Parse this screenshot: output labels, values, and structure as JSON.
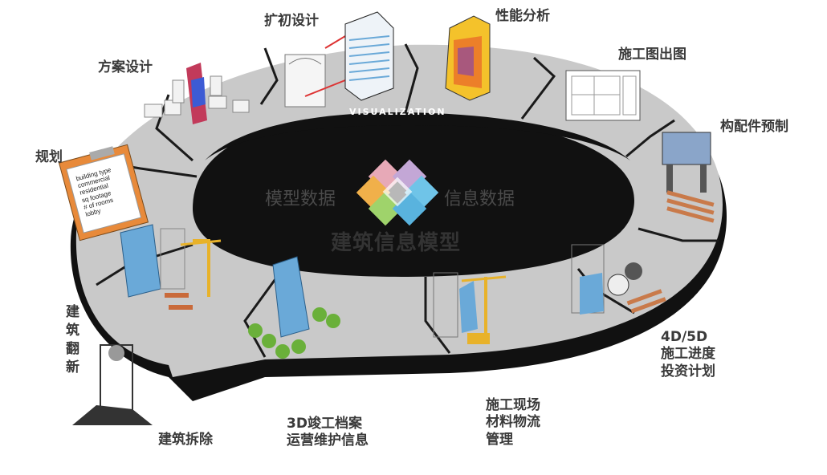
{
  "center": {
    "title": "建筑信息模型",
    "left_text": "模型数据",
    "right_text": "信息数据",
    "ring_caption": "VISUALIZATION"
  },
  "checklist": {
    "items": [
      "building type",
      "commercial",
      "residential",
      "sq footage",
      "# of rooms",
      "lobby"
    ]
  },
  "stages": {
    "kuochu": "扩初设计",
    "xingneng": "性能分析",
    "fangan": "方案设计",
    "shigongtu": "施工图出图",
    "goupeijian": "构配件预制",
    "guihua": "规划",
    "fanxin_l1": "建",
    "fanxin_l2": "筑",
    "fanxin_l3": "翻",
    "fanxin_l4": "新",
    "jindu_l1": "4D/5D",
    "jindu_l2": "施工进度",
    "jindu_l3": "投资计划",
    "xianchang_l1": "施工现场",
    "xianchang_l2": "材料物流",
    "xianchang_l3": "管理",
    "jungong_l1": "3D竣工档案",
    "jungong_l2": "运营维护信息",
    "chaichu": "建筑拆除"
  },
  "colors": {
    "ring_top": "#cfcfcf",
    "ring_band": "#111111",
    "divider": "#222222",
    "building_glass": "#6aa9d8",
    "orange": "#e8a23a"
  }
}
